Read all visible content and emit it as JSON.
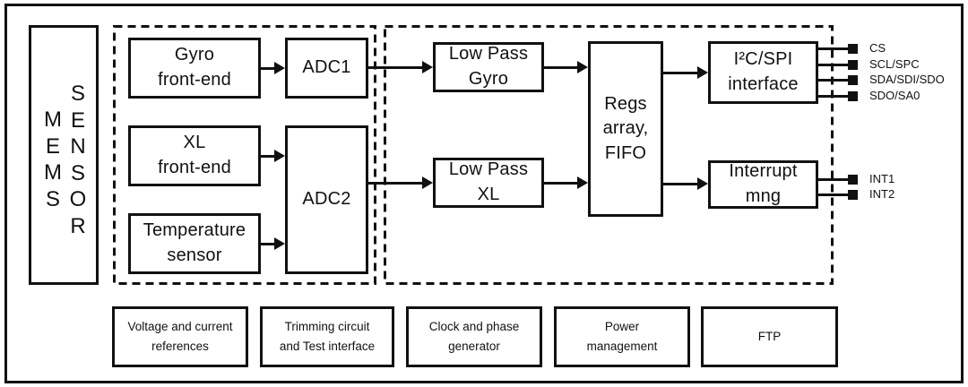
{
  "mems": {
    "left_column": "MEMS",
    "right_column": "SENSOR"
  },
  "blocks": {
    "gyro_frontend": "Gyro\nfront-end",
    "adc1": "ADC1",
    "xl_frontend": "XL\nfront-end",
    "adc2": "ADC2",
    "temperature_sensor": "Temperature\nsensor",
    "lowpass_gyro": "Low Pass\nGyro",
    "lowpass_xl": "Low Pass\nXL",
    "regs_fifo": "Regs\narray,\nFIFO",
    "i2c_spi": "I²C/SPI\ninterface",
    "interrupt": "Interrupt\nmng"
  },
  "pins": [
    {
      "label": "CS"
    },
    {
      "label": "SCL/SPC"
    },
    {
      "label": "SDA/SDI/SDO"
    },
    {
      "label": "SDO/SA0"
    },
    {
      "label": "INT1"
    },
    {
      "label": "INT2"
    }
  ],
  "bottom_blocks": [
    {
      "label": "Voltage and current\nreferences"
    },
    {
      "label": "Trimming circuit\nand Test interface"
    },
    {
      "label": "Clock and phase\ngenerator"
    },
    {
      "label": "Power\nmanagement"
    },
    {
      "label": "FTP"
    }
  ],
  "colors": {
    "ink": "#111111",
    "background": "#ffffff"
  }
}
